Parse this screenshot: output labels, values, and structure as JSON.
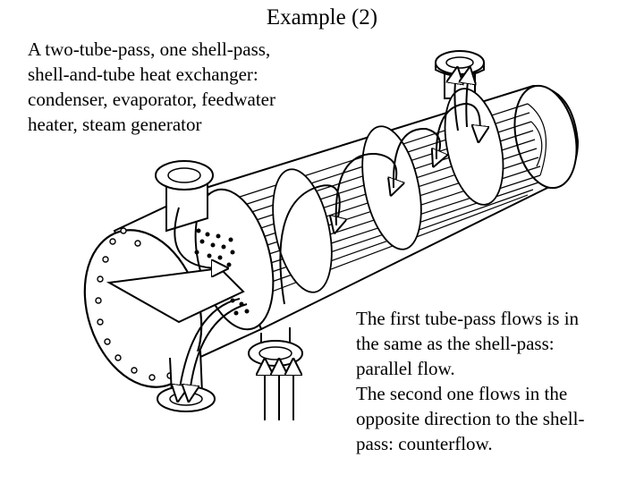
{
  "title": "Example (2)",
  "intro": {
    "lines": [
      "A two-tube-pass, one shell-pass,",
      "shell-and-tube heat exchanger:",
      "condenser, evaporator, feedwater",
      "heater, steam generator"
    ]
  },
  "notes": {
    "lines": [
      "The first tube-pass flows is in",
      "the same as the shell-pass:",
      "parallel flow.",
      "The second one flows in the",
      "opposite direction to the shell-",
      "pass: counterflow."
    ]
  },
  "diagram": {
    "components": [
      "shell",
      "tube-bundle",
      "baffles",
      "channel-head",
      "pass-partition-plate",
      "tube-sheet",
      "shell-inlet-nozzle",
      "shell-outlet-nozzle",
      "tube-inlet-nozzle",
      "tube-outlet-nozzle",
      "flow-arrows"
    ]
  }
}
